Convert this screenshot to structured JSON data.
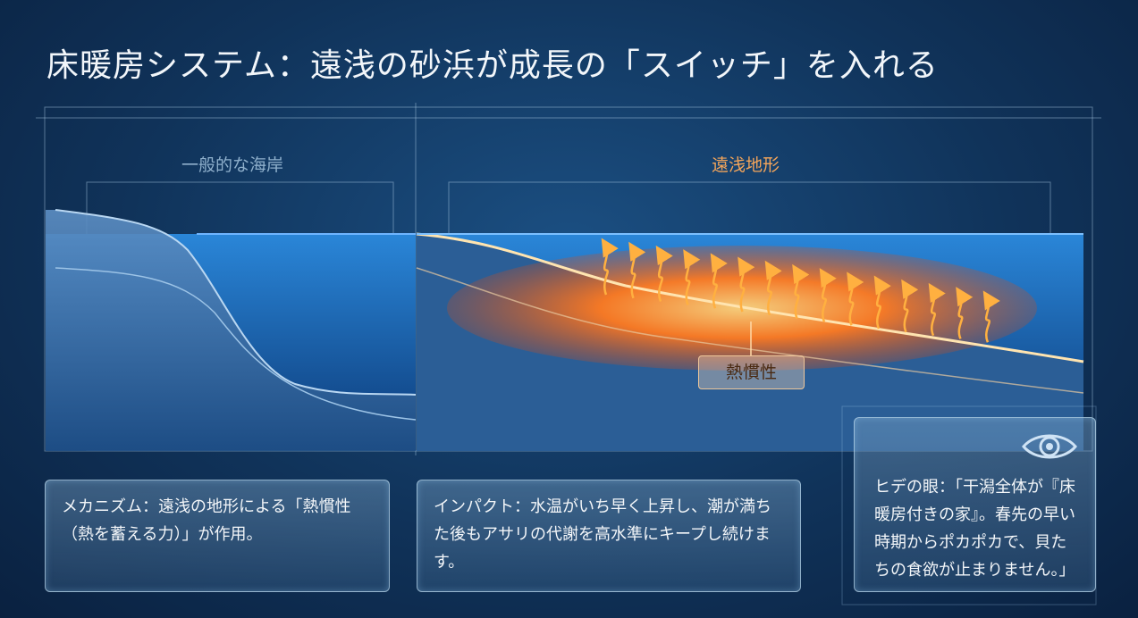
{
  "title": "床暖房システム：遠浅の砂浜が成長の「スイッチ」を入れる",
  "panels": {
    "left_label": "一般的な海岸",
    "right_label": "遠浅地形",
    "heat_tag": "熱慣性"
  },
  "cards": {
    "mechanism": "メカニズム：遠浅の地形による「熱慣性（熱を蓄える力）」が作用。",
    "impact": "インパクト：水温がいち早く上昇し、潮が満ちた後もアサリの代謝を高水準にキープし続けます。",
    "hide_eye": "ヒデの眼：「干潟全体が『床暖房付きの家』。春先の早い時期からポカポカで、貝たちの食欲が止まりません。」"
  },
  "colors": {
    "accent_orange": "#f4a55a",
    "heat": "#ff6a1a",
    "water": "#1a6fc0"
  }
}
